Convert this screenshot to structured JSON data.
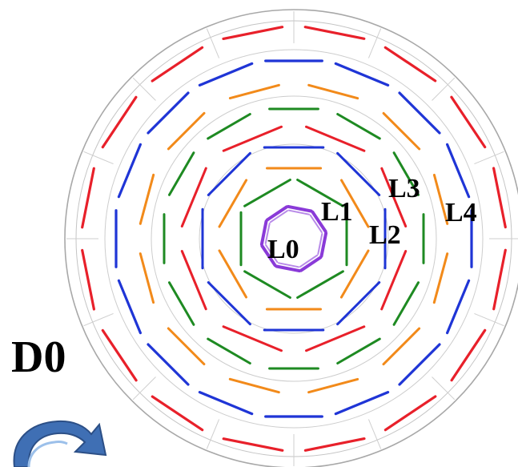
{
  "detector_label": "D0",
  "layer_labels": [
    "L0",
    "L1",
    "L2",
    "L3",
    "L4"
  ],
  "colors": {
    "red": "#e8202a",
    "blue": "#1f35d6",
    "orange": "#f28a1a",
    "green": "#1e8a22",
    "purple": "#8a3ad8",
    "outline": "#a8a8a8",
    "logo": "#3f6fb4"
  },
  "rings": [
    {
      "name": "layer-4-outer",
      "color": "red",
      "count": 16
    },
    {
      "name": "layer-4-inner",
      "color": "blue",
      "count": 16
    },
    {
      "name": "layer-3-outer",
      "color": "orange",
      "count": 12
    },
    {
      "name": "layer-3-inner",
      "color": "green",
      "count": 12
    },
    {
      "name": "layer-2-outer",
      "color": "red",
      "count": 8
    },
    {
      "name": "layer-2-inner",
      "color": "blue",
      "count": 8
    },
    {
      "name": "layer-1-outer",
      "color": "orange",
      "count": 6
    },
    {
      "name": "layer-1-inner",
      "color": "green",
      "count": 6
    },
    {
      "name": "layer-0",
      "color": "purple",
      "count": 8
    }
  ]
}
